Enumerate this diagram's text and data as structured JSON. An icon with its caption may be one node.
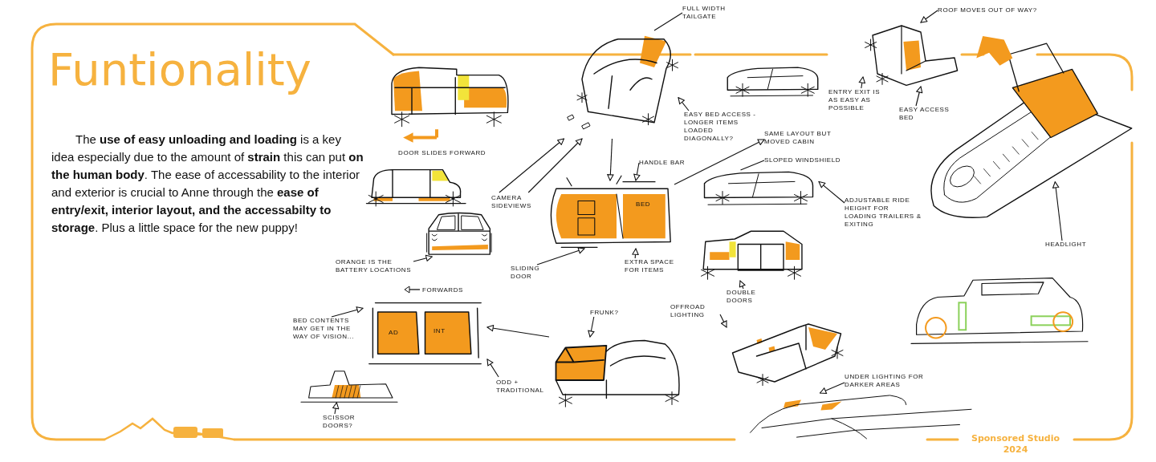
{
  "diagram": {
    "title": "Funtionality",
    "nodes": [
      {
        "text": [],
        "shape": "picture",
        "beside": [
          "DOOR SLIDES FORWARD"
        ]
      },
      {
        "text": [
          "FULL WIDTH TAILGATE"
        ]
      },
      {
        "text": [],
        "shape": "picture"
      },
      {
        "text": [
          "EASY BED ACCESS -LONGER ITEMS LOADED DIAGONALLY?"
        ]
      },
      {
        "text": [],
        "shape": "picture"
      },
      {
        "text": [
          "ROOF MOVES OUT OF WAY?"
        ]
      },
      {
        "text": [],
        "shape": "picture"
      },
      {
        "text": [
          "ENTRY EXIT IS AS EASY AS POSSIBLE"
        ]
      },
      {
        "text": [
          "EASY ACCESS BED"
        ]
      },
      {
        "text": [],
        "shape": "picture"
      },
      {
        "text": [
          "HEADLIGHT"
        ]
      },
      {
        "text": [
          "CAMERA SIDEVIEWS"
        ]
      },
      {
        "text": [],
        "shape": "picture"
      },
      {
        "text": [],
        "shape": "picture"
      },
      {
        "text": [
          "ORANGE IS THE BATTERY LOCATIONS"
        ]
      },
      {
        "text": [
          "HANDLE BAR"
        ]
      },
      {
        "text": [],
        "shape": "picture"
      },
      {
        "text": [
          "SLIDING DOOR"
        ]
      },
      {
        "text": [
          "EXTRA SPACE FOR ITEMS"
        ]
      },
      {
        "text": [
          "SAME LAYOUT BUT MOVED CABIN"
        ]
      },
      {
        "text": [
          "SLOPED WINDSHIELD"
        ]
      },
      {
        "text": [],
        "shape": "picture"
      },
      {
        "text": [
          "ADJUSTABLE RIDE HEIGHT FOR LOADING TRAILERS & EXITING"
        ]
      },
      {
        "text": [],
        "shape": "picture"
      },
      {
        "text": [
          "DOUBLE DOORS"
        ]
      },
      {
        "text": [
          "BED CONTENTS MAY GET IN THE WAY OF VISION..."
        ]
      },
      {
        "text": [],
        "shape": "picture"
      },
      {
        "text": [
          "ODD + TRADITIONAL"
        ]
      },
      {
        "text": [
          "FRUNK?"
        ]
      },
      {
        "text": [],
        "shape": "picture"
      },
      {
        "text": [
          "OFFROAD LIGHTING"
        ]
      },
      {
        "text": [],
        "shape": "picture"
      },
      {
        "text": [],
        "shape": "picture"
      },
      {
        "text": [
          "SCISSOR DOORS?"
        ]
      },
      {
        "text": [],
        "shape": "picture"
      },
      {
        "text": [
          "UNDER LIGHTING FOR DARKER AREAS"
        ]
      },
      {
        "text": [],
        "shape": "picture"
      }
    ],
    "edges": [
      {
        "from": 1,
        "to": 2,
        "arrow": "none"
      },
      {
        "from": 3,
        "to": 2,
        "arrow": "to"
      },
      {
        "from": 11,
        "to": 2,
        "arrow": "to"
      },
      {
        "from": 11,
        "to": 2,
        "arrow": "to"
      },
      {
        "from": 5,
        "to": 6,
        "arrow": "to"
      },
      {
        "from": 7,
        "to": 6,
        "arrow": "to"
      },
      {
        "from": 8,
        "to": 6,
        "arrow": "to"
      },
      {
        "from": 2,
        "to": 16,
        "arrow": "to"
      },
      {
        "from": 15,
        "to": 16,
        "arrow": "to"
      },
      {
        "from": 16,
        "to": 19,
        "arrow": "to"
      },
      {
        "from": 20,
        "to": 21,
        "arrow": "none"
      },
      {
        "from": 22,
        "to": 21,
        "arrow": "to"
      },
      {
        "from": 24,
        "to": 23,
        "arrow": "to"
      },
      {
        "from": 10,
        "to": 9,
        "arrow": "to"
      },
      {
        "from": 14,
        "to": 13,
        "arrow": "to"
      },
      {
        "from": 17,
        "to": 16,
        "arrow": "to"
      },
      {
        "from": 18,
        "to": 16,
        "arrow": "to"
      },
      {
        "from": 25,
        "to": 26,
        "arrow": "to"
      },
      {
        "from": 27,
        "to": 26,
        "arrow": "to"
      },
      {
        "from": 29,
        "to": 26,
        "arrow": "to"
      },
      {
        "from": 28,
        "to": 29,
        "arrow": "to"
      },
      {
        "from": 30,
        "to": 31,
        "arrow": "to"
      },
      {
        "from": 33,
        "to": 34,
        "arrow": "to"
      },
      {
        "from": 35,
        "to": 36,
        "arrow": "to"
      }
    ],
    "labels": [
      "The **use of easy unloading and loading** is a key idea especially due to the amount of **strain** this can put **on the human body**. The ease of accessability to the interior and exterior is crucial to Anne through the **ease of entry/exit, interior layout, and the accessabilty to storage**. Plus a little space for the new puppy!",
      "BED",
      "FORWARDS",
      "AD",
      "INT",
      "Sponsored Studio 2024"
    ]
  }
}
